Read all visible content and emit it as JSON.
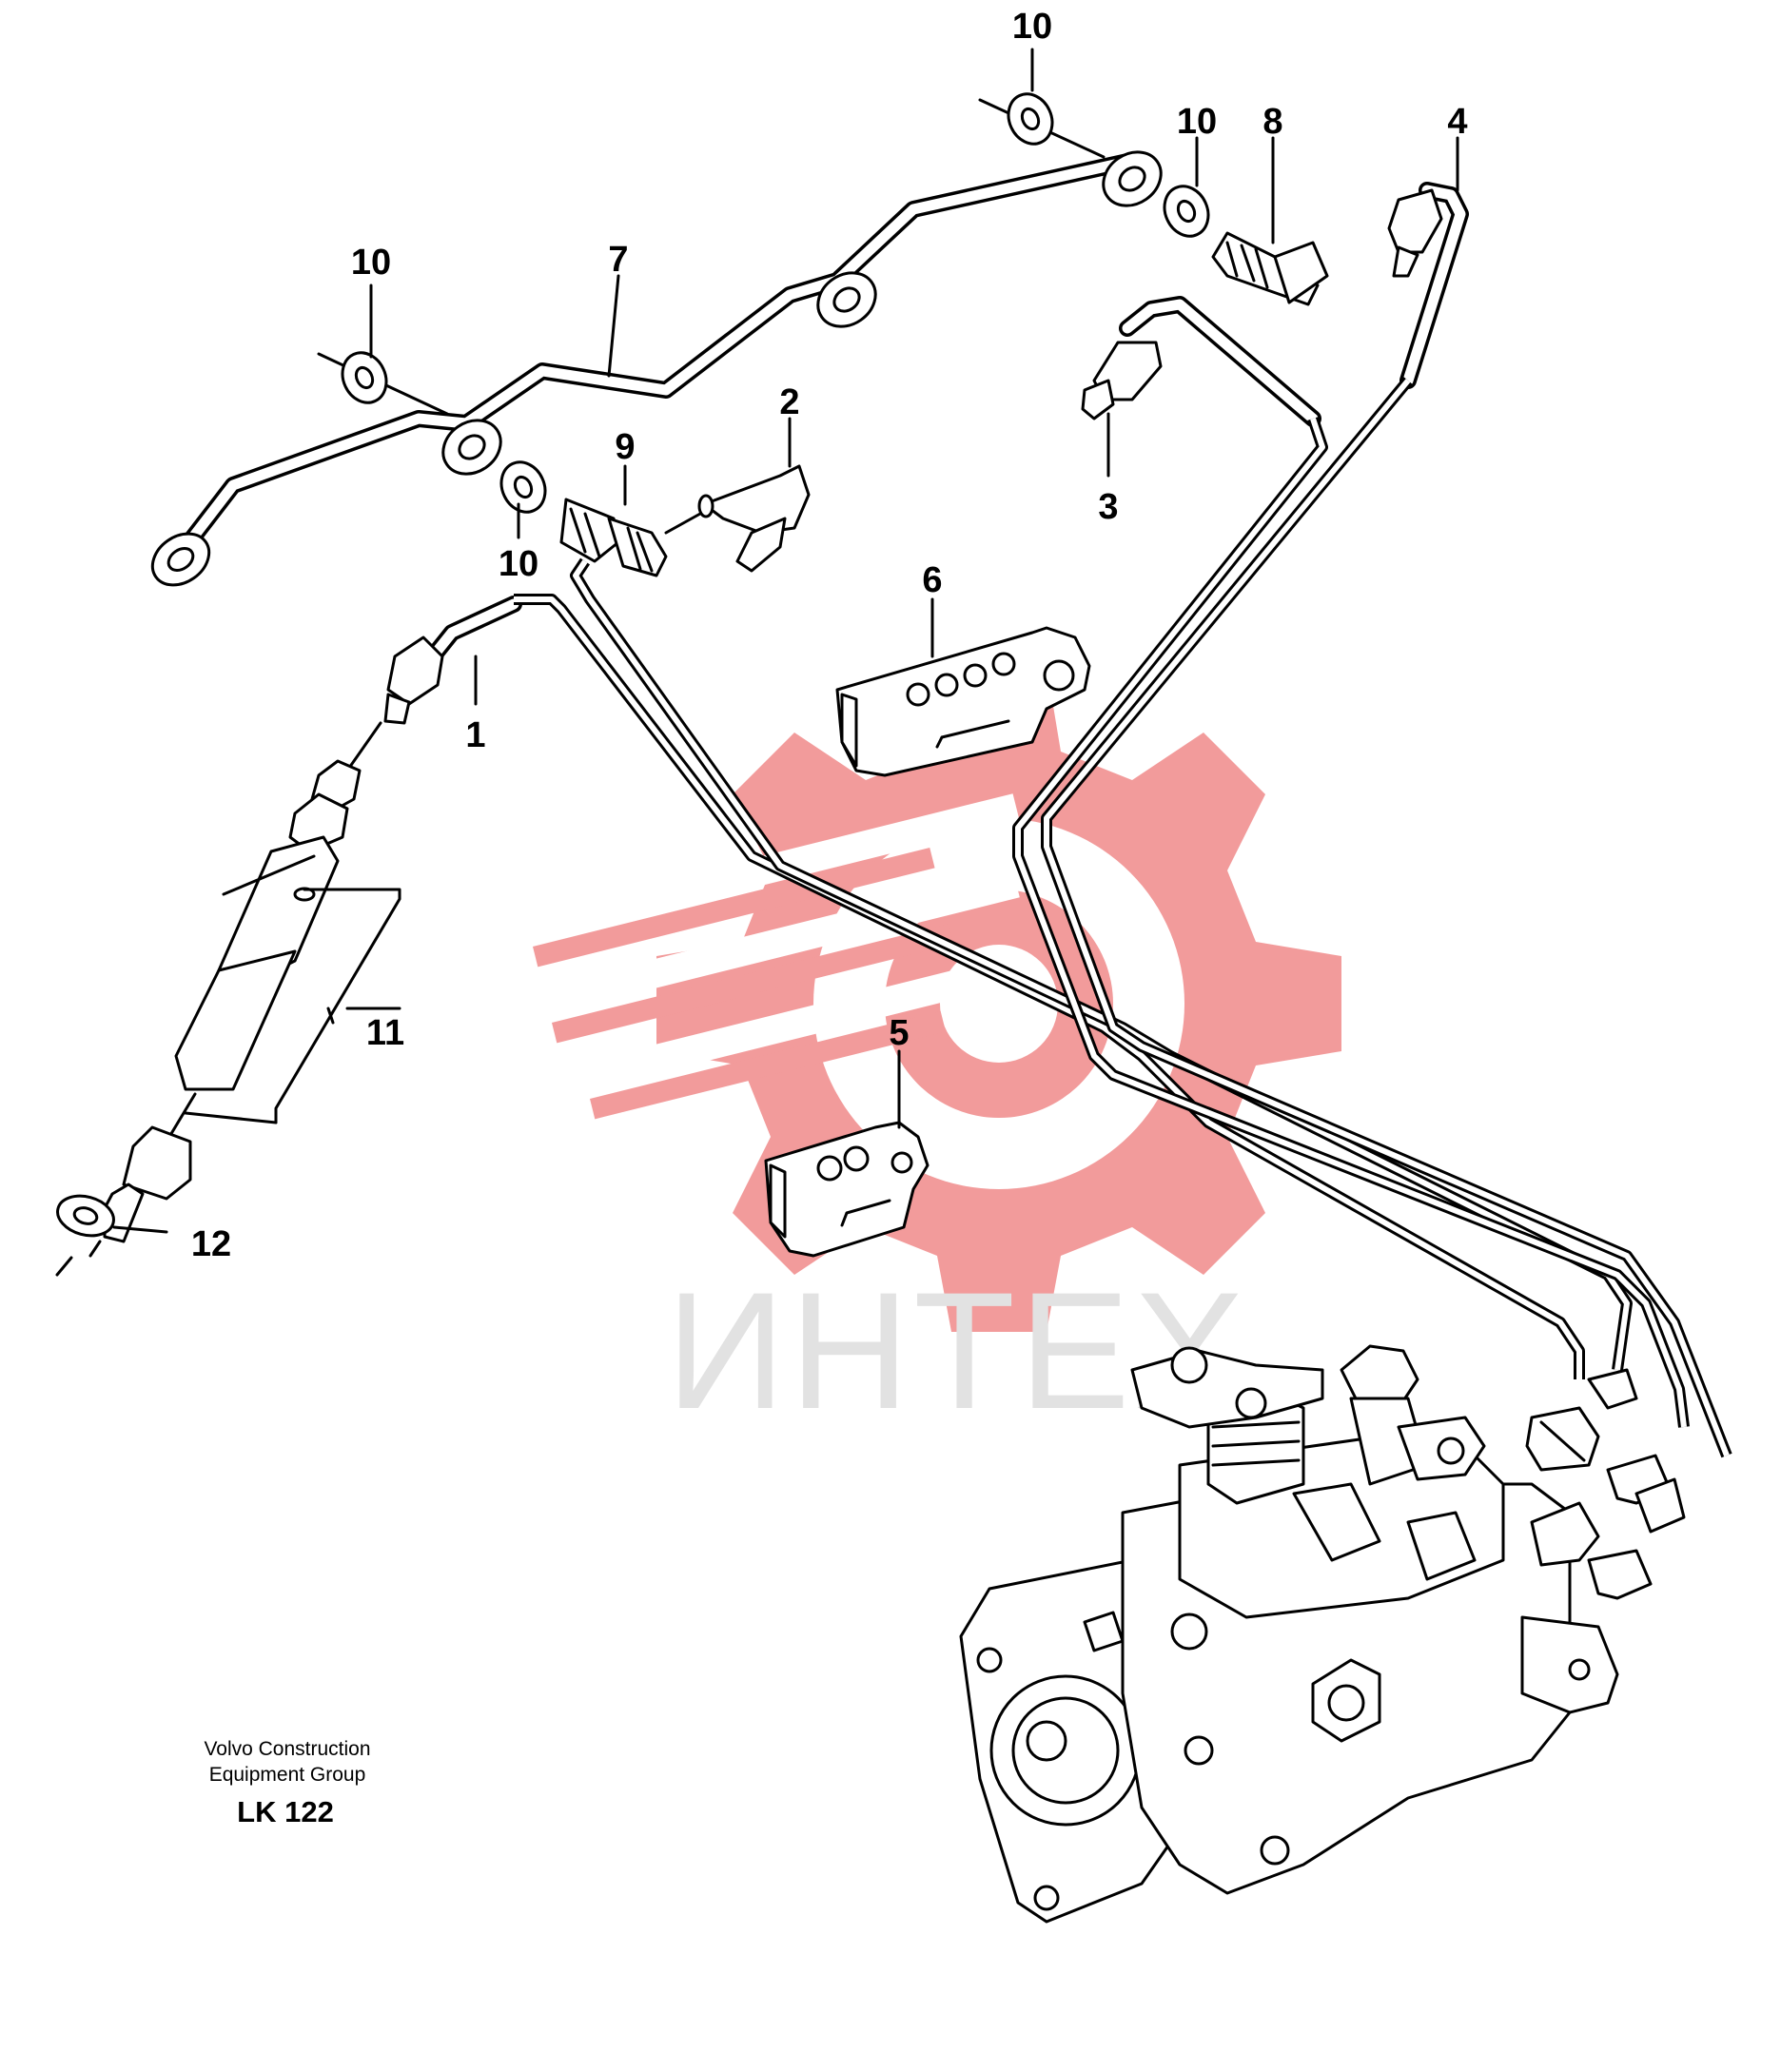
{
  "watermark": {
    "text": "ИНТЕХ",
    "gear_color": "#f08a8a"
  },
  "callouts": [
    {
      "id": "c1",
      "text": "1"
    },
    {
      "id": "c2",
      "text": "2"
    },
    {
      "id": "c3",
      "text": "3"
    },
    {
      "id": "c4",
      "text": "4"
    },
    {
      "id": "c5",
      "text": "5"
    },
    {
      "id": "c6",
      "text": "6"
    },
    {
      "id": "c7",
      "text": "7"
    },
    {
      "id": "c8",
      "text": "8"
    },
    {
      "id": "c9",
      "text": "9"
    },
    {
      "id": "c10a",
      "text": "10"
    },
    {
      "id": "c10b",
      "text": "10"
    },
    {
      "id": "c10c",
      "text": "10"
    },
    {
      "id": "c10d",
      "text": "10"
    },
    {
      "id": "c11",
      "text": "11"
    },
    {
      "id": "c12",
      "text": "12"
    }
  ],
  "caption": {
    "line1": "Volvo Construction",
    "line2": "Equipment Group",
    "code": "LK 122"
  }
}
